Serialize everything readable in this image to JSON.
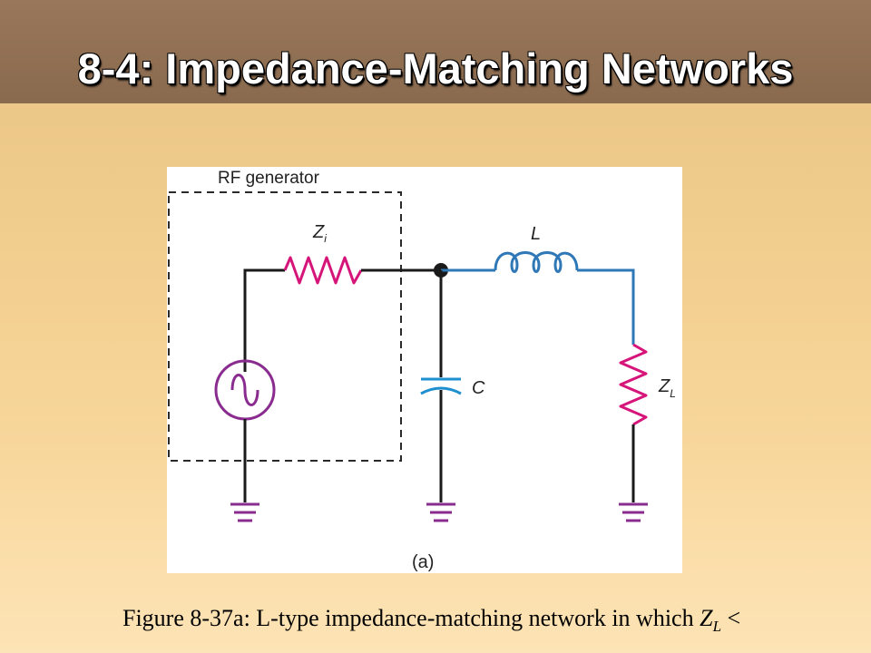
{
  "slide": {
    "title": "8-4: Impedance-Matching Networks"
  },
  "diagram": {
    "generator_label": "RF generator",
    "zi_label_main": "Z",
    "zi_label_sub": "i",
    "inductor_label": "L",
    "capacitor_label": "C",
    "zl_label_main": "Z",
    "zl_label_sub": "L",
    "part_label": "(a)"
  },
  "caption": {
    "prefix": "Figure 8-37a: L-type impedance-matching network in which ",
    "var_main": "Z",
    "var_sub": "L",
    "suffix": " <"
  },
  "colors": {
    "wire_black": "#1a1a1a",
    "wire_blue": "#2f78b7",
    "resistor_pink": "#d6157a",
    "source_purple": "#8a2b8f",
    "capacitor_blue": "#1f8fd0",
    "ground_purple": "#8a2b8f"
  }
}
